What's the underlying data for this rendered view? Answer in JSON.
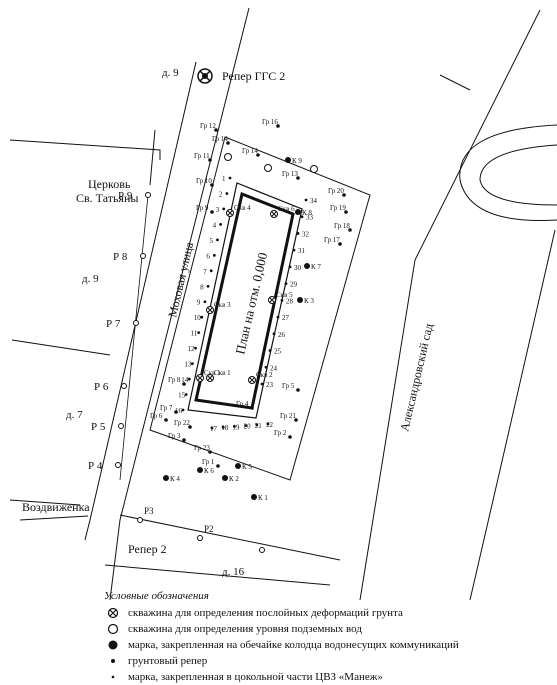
{
  "labels": {
    "d9_top": "д. 9",
    "reper_ggs": "Репер ГГС 2",
    "church_line1": "Церковь",
    "church_line2": "Св. Татьяны",
    "d9_mid": "д. 9",
    "d7": "д. 7",
    "vozdvizhenka": "Воздвиженка",
    "reper2": "Репер 2",
    "d16": "д. 16",
    "mokhovaya": "Моховая улица",
    "plan": "План на отм. 0,000",
    "alexandrovsky": "Александровский сад"
  },
  "west_points": [
    "Р 9",
    "Р 8",
    "Р 7",
    "Р 6",
    "Р 5",
    "Р 4"
  ],
  "south_points": [
    "Р3",
    "Р2"
  ],
  "ground_benchmarks": [
    "Гр 12",
    "Гр 16",
    "Гр 14",
    "Гр 11",
    "Гр 14",
    "Гр 13",
    "Гр 10",
    "Гр 20",
    "Гр 9",
    "Гр 19",
    "Гр 18",
    "Гр 17",
    "Гр 8",
    "Гр 7",
    "Гр 6",
    "Гр 5",
    "Гр 21",
    "Гр 22",
    "Гр 3",
    "Гр 2",
    "Гр 23",
    "Гр 1",
    "Гр 4"
  ],
  "well_labels": [
    "К 9",
    "К 8",
    "К 7",
    "К 6",
    "К 4",
    "К 5",
    "К 2",
    "К 1",
    "К 3"
  ],
  "boreholes": [
    "Скв 4",
    "Скв 6",
    "Скв 3",
    "Скв 5",
    "Скв 2",
    "Скв 1",
    "Скв 1"
  ],
  "marks_left": [
    "1",
    "2",
    "3",
    "4",
    "5",
    "6",
    "7",
    "8",
    "9",
    "10",
    "11",
    "12",
    "13",
    "14",
    "15",
    "16"
  ],
  "marks_bottom": [
    "17",
    "18",
    "19",
    "20",
    "21",
    "22"
  ],
  "marks_right": [
    "23",
    "24",
    "25",
    "26",
    "27",
    "28",
    "29",
    "30",
    "31",
    "32",
    "33",
    "34"
  ],
  "legend": {
    "title": "Условные обозначения",
    "items": [
      "скважина для определения послойных деформаций грунта",
      "скважина для определения уровня подземных вод",
      "марка, закрепленная на обечайке колодца водонесущих коммуникаций",
      "грунтовый репер",
      "марка, закрепленная в цокольной части ЦВЗ «Манеж»"
    ]
  }
}
